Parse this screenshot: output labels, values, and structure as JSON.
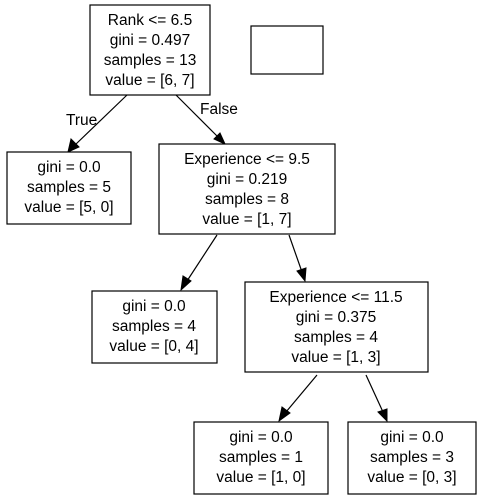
{
  "tree": {
    "nodes": [
      {
        "id": "root",
        "lines": [
          "Rank <= 6.5",
          "gini = 0.497",
          "samples = 13",
          "value = [6, 7]"
        ]
      },
      {
        "id": "leaf-1",
        "lines": [
          "gini = 0.0",
          "samples = 5",
          "value = [5, 0]"
        ]
      },
      {
        "id": "split-experience-9-5",
        "lines": [
          "Experience <= 9.5",
          "gini = 0.219",
          "samples = 8",
          "value = [1, 7]"
        ]
      },
      {
        "id": "leaf-2",
        "lines": [
          "gini = 0.0",
          "samples = 4",
          "value = [0, 4]"
        ]
      },
      {
        "id": "split-experience-11-5",
        "lines": [
          "Experience <= 11.5",
          "gini = 0.375",
          "samples = 4",
          "value = [1, 3]"
        ]
      },
      {
        "id": "leaf-3",
        "lines": [
          "gini = 0.0",
          "samples = 1",
          "value = [1, 0]"
        ]
      },
      {
        "id": "leaf-4",
        "lines": [
          "gini = 0.0",
          "samples = 3",
          "value = [0, 3]"
        ]
      },
      {
        "id": "empty-box",
        "lines": []
      }
    ],
    "edges": [
      {
        "from": "root",
        "to": "leaf-1",
        "label": "True"
      },
      {
        "from": "root",
        "to": "split-experience-9-5",
        "label": "False"
      },
      {
        "from": "split-experience-9-5",
        "to": "leaf-2",
        "label": ""
      },
      {
        "from": "split-experience-9-5",
        "to": "split-experience-11-5",
        "label": ""
      },
      {
        "from": "split-experience-11-5",
        "to": "leaf-3",
        "label": ""
      },
      {
        "from": "split-experience-11-5",
        "to": "leaf-4",
        "label": ""
      }
    ]
  }
}
